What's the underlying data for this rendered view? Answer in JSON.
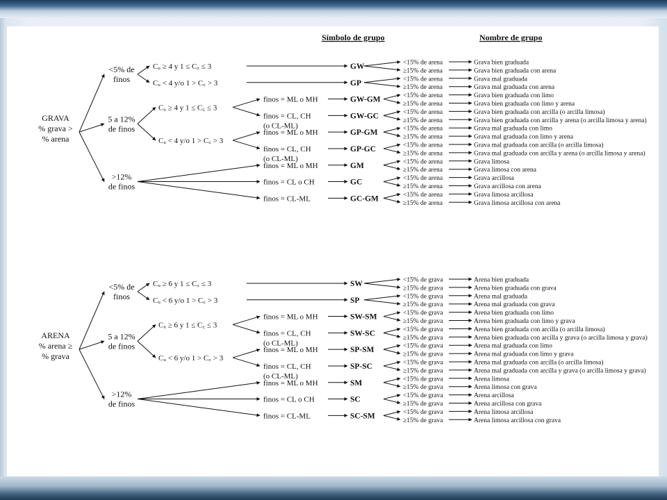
{
  "headers": {
    "symbol": "Símbolo de grupo",
    "name": "Nombre de grupo"
  },
  "sections": [
    {
      "id": "grava",
      "root": [
        "GRAVA",
        "% grava >",
        "% arena"
      ],
      "fines_other": "arena",
      "levels": [
        {
          "label": [
            "<5% de",
            "finos"
          ],
          "branches": [
            {
              "cond": "Cᵤ ≥ 4 y 1 ≤ C꜀ ≤ 3",
              "symbols": [
                "GW"
              ]
            },
            {
              "cond": "Cᵤ < 4 y/o 1 > C꜀ > 3",
              "symbols": [
                "GP"
              ]
            }
          ]
        },
        {
          "label": [
            "5 a 12%",
            "de finos"
          ],
          "branches": [
            {
              "cond": "Cᵤ ≥ 4 y 1 ≤ C꜀ ≤ 3",
              "fines": [
                [
                  "finos = ML o MH"
                ],
                [
                  "finos = CL, CH",
                  "(o CL-ML)"
                ]
              ],
              "symbols": [
                "GW-GM",
                "GW-GC"
              ]
            },
            {
              "cond": "Cᵤ < 4 y/o 1 > C꜀ > 3",
              "fines": [
                [
                  "finos = ML o MH"
                ],
                [
                  "finos = CL, CH",
                  "(o CL-ML)"
                ]
              ],
              "symbols": [
                "GP-GM",
                "GP-GC"
              ]
            }
          ]
        },
        {
          "label": [
            ">12%",
            "de finos"
          ],
          "branches": [
            {
              "fines": [
                [
                  "finos = ML o MH"
                ],
                [
                  "finos = CL o CH"
                ],
                [
                  "finos = CL-ML"
                ]
              ],
              "symbols": [
                "GM",
                "GC",
                "GC-GM"
              ]
            }
          ]
        }
      ],
      "pct": [
        "<15% de arena",
        "≥15% de arena"
      ],
      "names": [
        "Grava bien graduada",
        "Grava bien graduada con arena",
        "Grava mal graduada",
        "Grava mal graduada con arena",
        "Grava bien graduada con limo",
        "Grava bien graduada con limo y arena",
        "Grava bien graduada con arcilla (o arcilla limosa)",
        "Grava bien graduada con arcilla y arena (o arcilla limosa y arena)",
        "Grava mal graduada con limo",
        "Grava mal graduada con limo y arena",
        "Grava mal graduada con arcilla (o arcilla limosa)",
        "Grava mal graduada con arcilla y arena (o arcilla limosa y arena)",
        "Grava limosa",
        "Grava limosa con arena",
        "Grava arcillosa",
        "Grava arcillosa con arena",
        "Grava limosa arcillosa",
        "Grava limosa arcillosa con arena"
      ]
    },
    {
      "id": "arena",
      "root": [
        "ARENA",
        "% arena ≥",
        "% grava"
      ],
      "levels": [
        {
          "label": [
            "<5% de",
            "finos"
          ],
          "branches": [
            {
              "cond": "Cᵤ ≥ 6 y 1 ≤ C꜀ ≤ 3",
              "symbols": [
                "SW"
              ]
            },
            {
              "cond": "Cᵤ < 6 y/o 1 > C꜀ > 3",
              "symbols": [
                "SP"
              ]
            }
          ]
        },
        {
          "label": [
            "5 a 12%",
            "de finos"
          ],
          "branches": [
            {
              "cond": "Cᵤ ≥ 6 y 1 ≤ C꜀ ≤ 3",
              "fines": [
                [
                  "finos = ML o MH"
                ],
                [
                  "finos = CL, CH",
                  "(o CL-ML)"
                ]
              ],
              "symbols": [
                "SW-SM",
                "SW-SC"
              ]
            },
            {
              "cond": "Cᵤ < 6 y/o 1 > C꜀ > 3",
              "fines": [
                [
                  "finos = ML o MH"
                ],
                [
                  "finos = CL, CH",
                  "(o CL-ML)"
                ]
              ],
              "symbols": [
                "SP-SM",
                "SP-SC"
              ]
            }
          ]
        },
        {
          "label": [
            ">12%",
            "de finos"
          ],
          "branches": [
            {
              "fines": [
                [
                  "finos = ML o MH"
                ],
                [
                  "finos = CL o CH"
                ],
                [
                  "finos = CL-ML"
                ]
              ],
              "symbols": [
                "SM",
                "SC",
                "SC-SM"
              ]
            }
          ]
        }
      ],
      "pct": [
        "<15% de grava",
        "≥15% de grava"
      ],
      "names": [
        "Arena bien graduada",
        "Arena bien graduada con grava",
        "Arena mal graduada",
        "Arena mal graduada con grava",
        "Arena bien graduada con limo",
        "Arena bien graduada con limo y grava",
        "Arena bien graduada con arcilla (o arcilla limosa)",
        "Arena bien graduada con arcilla y grava (o arcilla limosa y grava)",
        "Arena mal graduada con limo",
        "Arena mal graduada con limo y grava",
        "Arena mal graduada con arcilla (o arcilla limosa)",
        "Arena mal graduada con arcilla y grava (o arcilla limosa y grava)",
        "Arena limosa",
        "Arena limosa con grava",
        "Arena arcillosa",
        "Arena arcillosa con grava",
        "Arena limosa arcillosa",
        "Arena limosa arcillosa con grava"
      ]
    }
  ]
}
